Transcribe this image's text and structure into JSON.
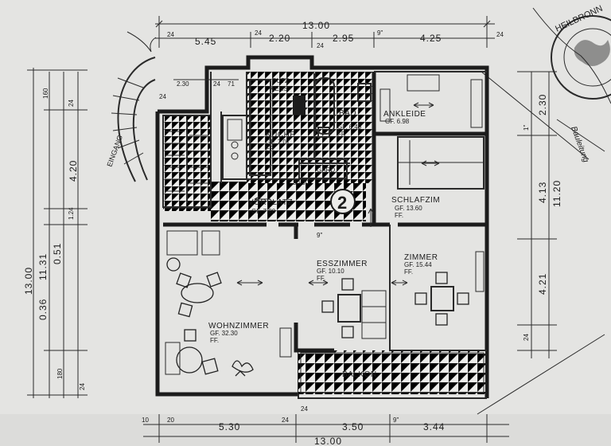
{
  "plan": {
    "unit_number": "2",
    "rooms": {
      "wohnzimmer": {
        "name": "WOHNZIMMER",
        "area": "GF. 32.30",
        "floor": "FF."
      },
      "esszimmer": {
        "name": "ESSZIMMER",
        "area": "GF. 10.10",
        "floor": "FF."
      },
      "zimmer": {
        "name": "ZIMMER",
        "area": "GF. 15.44",
        "floor": "FF."
      },
      "schlafzimmer": {
        "name": "SCHLAFZIM",
        "area": "GF. 13.60",
        "floor": "FF."
      },
      "ankleide": {
        "name": "ANKLEIDE",
        "area": "GF. 6.98"
      },
      "bad": {
        "name": "BAD",
        "area": "GF. 6.40",
        "floor": "FF."
      },
      "kuche": {
        "name": "KUCHE",
        "area": "GF. 7.01",
        "floor": "FF."
      },
      "vorplatz": {
        "name": "VORPLATZ",
        "area": "GF. 7.90"
      },
      "abstellraum": {
        "name": "PUTZ",
        "sub": "VERS"
      },
      "garderobe": {
        "name": "GARD."
      },
      "balkon": {
        "name": "BALKON"
      },
      "eingang": {
        "name": "EINGANG"
      }
    },
    "top_dims": {
      "total": "13.00",
      "segments": [
        "5.45",
        "2.20",
        "2.95",
        "4.25"
      ],
      "small": [
        "24",
        "24",
        "24",
        "9\"",
        "24"
      ]
    },
    "bottom_dims": {
      "total": "13.00",
      "segments": [
        "5.30",
        "3.50",
        "3.44"
      ],
      "small": [
        "10",
        "20",
        "24",
        "24",
        "9\""
      ]
    },
    "left_dims": {
      "overall": [
        "13.00",
        "11.31",
        "0.51",
        "0.36"
      ],
      "segments": [
        "160",
        "4.20",
        "24",
        "180",
        "24",
        "1.24"
      ]
    },
    "right_dims": {
      "overall": "11.20",
      "segments": [
        "2.30",
        "4.13",
        "4.21",
        "24",
        "1\""
      ]
    },
    "inner_dims": [
      "2.30",
      "24",
      "71",
      "30/30",
      "24",
      "9\""
    ],
    "stamp": {
      "text": "HEILBRONN"
    },
    "signature": "Bauleitung"
  }
}
